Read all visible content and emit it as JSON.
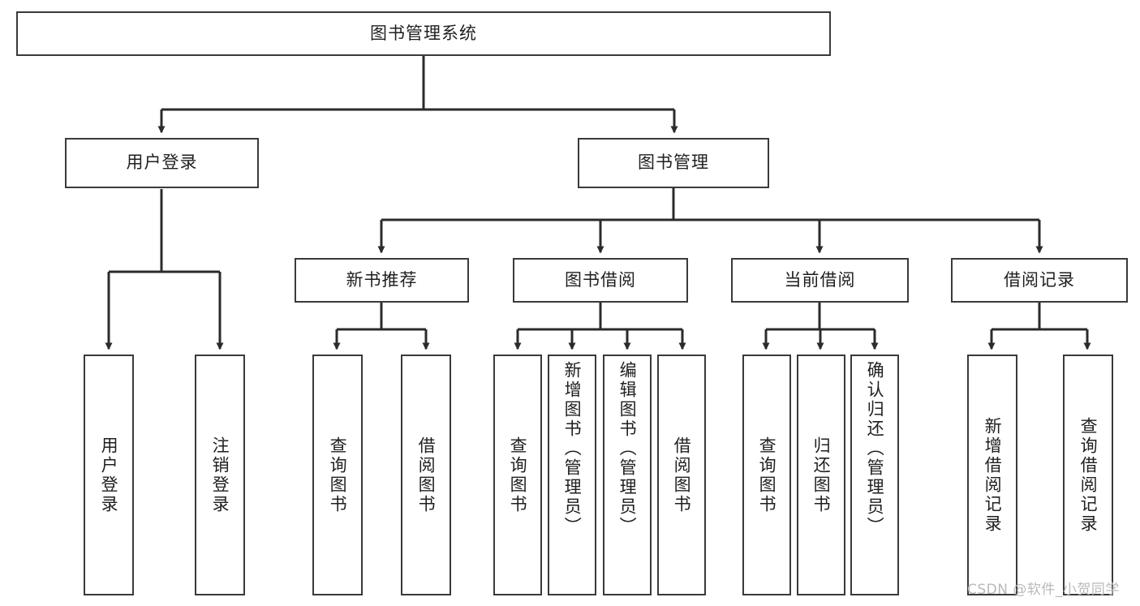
{
  "diagram": {
    "type": "hierarchy-tree",
    "title": "图书管理系统",
    "watermark": "CSDN @软件_小贺同学",
    "colors": {
      "box_border": "#3a3a3a",
      "box_fill": "#ffffff",
      "connector": "#2b2b2b",
      "text": "#1f1f1f",
      "watermark": "#b9b9b9",
      "background": "#ffffff"
    },
    "root": {
      "label": "图书管理系统"
    },
    "level1": [
      {
        "label": "用户登录"
      },
      {
        "label": "图书管理"
      }
    ],
    "level2": [
      {
        "label": "新书推荐"
      },
      {
        "label": "图书借阅"
      },
      {
        "label": "当前借阅"
      },
      {
        "label": "借阅记录"
      }
    ],
    "leaves": {
      "user_login": [
        {
          "label": "用户登录"
        },
        {
          "label": "注销登录"
        }
      ],
      "new_book_recommend": [
        {
          "label": "查询图书"
        },
        {
          "label": "借阅图书"
        }
      ],
      "book_borrow": [
        {
          "label": "查询图书"
        },
        {
          "label": "新增图书（管理员）"
        },
        {
          "label": "编辑图书（管理员）"
        },
        {
          "label": "借阅图书"
        }
      ],
      "current_borrow": [
        {
          "label": "查询图书"
        },
        {
          "label": "归还图书"
        },
        {
          "label": "确认归还（管理员）"
        }
      ],
      "borrow_record": [
        {
          "label": "新增借阅记录"
        },
        {
          "label": "查询借阅记录"
        }
      ]
    }
  }
}
